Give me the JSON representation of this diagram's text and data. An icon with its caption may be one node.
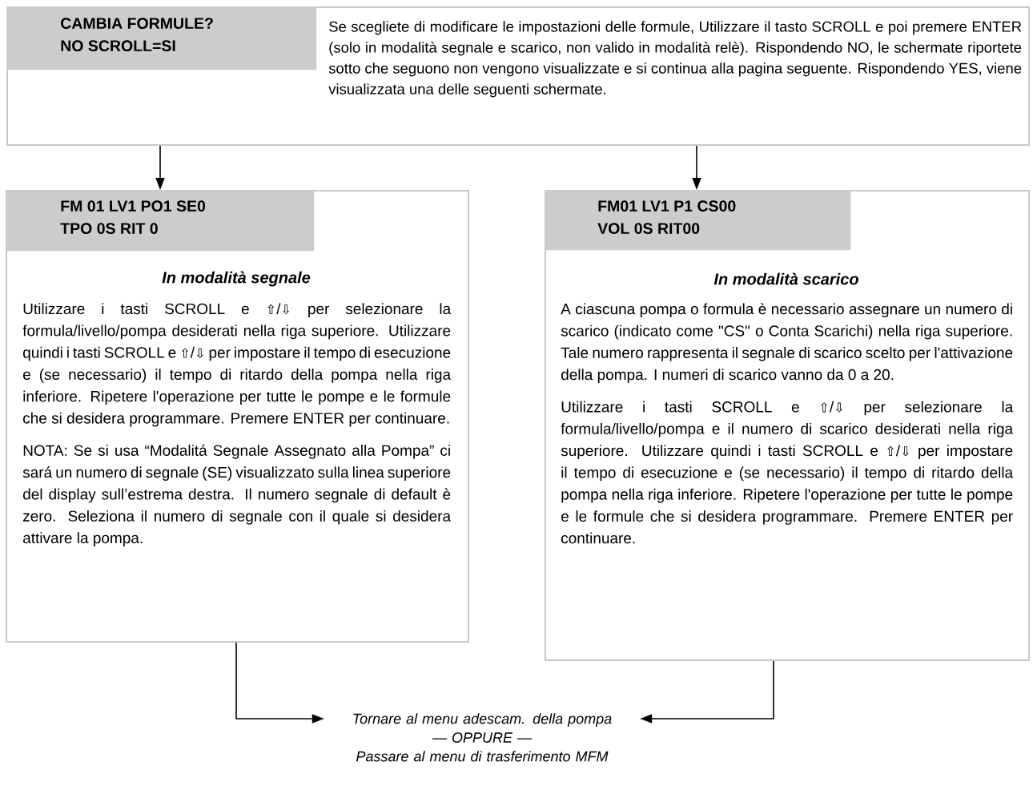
{
  "diagram": {
    "nodes": [
      {
        "text": [
          "Se scegliete di modificare le impostazioni delle formule, Utilizzare il tasto SCROLL e poi premere ENTER (solo in modalità segnale e scarico, non valido in modalità relè). Rispondendo NO, le schermate riportete sotto che seguono non vengono visualizzate e si continua alla pagina seguente. Rispondendo YES, viene visualizzata una delle seguenti schermate."
        ]
      },
      {
        "text": [
          "CAMBIA FORMULE?",
          "NO SCROLL=SI"
        ],
        "in": 0
      },
      {
        "text": [
          "In modalità segnale",
          "Utilizzare i tasti SCROLL e ⇧/⇩ per selezionare la formula/livello/pompa desiderati nella riga superiore. Utilizzare quindi i tasti SCROLL e ⇧/⇩ per impostare il tempo di esecuzione e (se necessario) il tempo di ritardo della pompa nella riga inferiore. Ripetere l'operazione per tutte le pompe e le formule che si desidera programmare. Premere ENTER per continuare.",
          "NOTA: Se si usa “Modalitá Segnale Assegnato alla Pompa” ci sará un numero di segnale (SE) visualizzato sulla linea superiore del display sull’estrema destra. Il numero segnale di default è zero. Seleziona il numero di segnale con il quale si desidera attivare la pompa."
        ]
      },
      {
        "text": [
          "FM 01 LV1 PO1 SE0",
          "TPO 0S RIT 0"
        ],
        "in": 2
      },
      {
        "text": [
          "In modalità scarico",
          "A ciascuna pompa o formula è necessario assegnare un numero di scarico (indicato come \"CS\" o Conta Scarichi) nella riga superiore. Tale numero rappresenta il segnale di scarico scelto per l'attivazione della pompa. I numeri di scarico vanno da 0 a 20.",
          "Utilizzare i tasti SCROLL e ⇧/⇩ per selezionare la formula/livello/pompa e il numero di scarico desiderati nella riga superiore. Utilizzare quindi i tasti SCROLL e ⇧/⇩ per impostare il tempo di esecuzione e (se necessario) il tempo di ritardo della pompa nella riga inferiore. Ripetere l'operazione per tutte le pompe e le formule che si desidera programmare. Premere ENTER per continuare."
        ]
      },
      {
        "text": [
          "FM01 LV1 P1 CS00",
          "VOL 0S RIT00"
        ],
        "in": 4
      },
      {
        "text": [
          "Tornare al menu adescam. della pompa",
          "— OPPURE —",
          "Passare al menu di trasferimento MFM"
        ]
      }
    ],
    "edges": [
      {
        "from": 0,
        "to": 3,
        "arrow": "to"
      },
      {
        "from": 0,
        "to": 5,
        "arrow": "to"
      },
      {
        "from": 2,
        "to": 6,
        "arrow": "to"
      },
      {
        "from": 4,
        "to": 6,
        "arrow": "to"
      }
    ]
  }
}
